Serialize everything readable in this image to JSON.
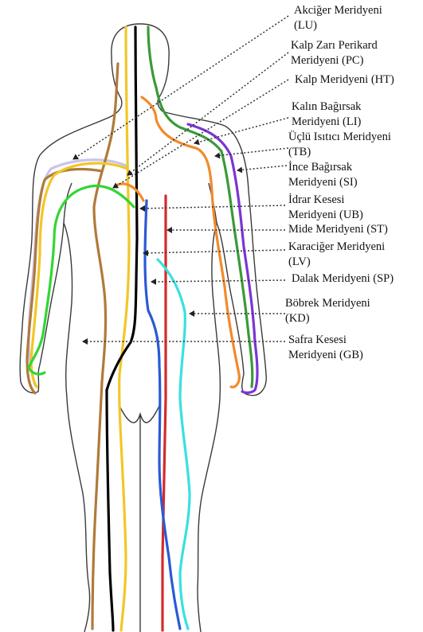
{
  "labels": {
    "lu": [
      "Akciğer Meridyeni",
      "(LU)"
    ],
    "pc": [
      "Kalp Zarı Perikard",
      "Meridyeni (PC)"
    ],
    "ht": [
      "Kalp Meridyeni (HT)"
    ],
    "li": [
      "Kalın Bağırsak",
      "Meridyeni (LI)"
    ],
    "tb": [
      "Üçlü Isıtıcı Meridyeni",
      "(TB)"
    ],
    "si": [
      "İnce Bağırsak",
      "Meridyeni (SI)"
    ],
    "ub": [
      "İdrar Kesesi",
      "Meridyeni (UB)"
    ],
    "st": [
      "Mide Meridyeni (ST)"
    ],
    "lv": [
      "Karaciğer Meridyeni",
      "(LV)"
    ],
    "sp": [
      "Dalak Meridyeni (SP)"
    ],
    "kd": [
      "Böbrek Meridyeni",
      "(KD)"
    ],
    "gb": [
      "Safra Kesesi",
      "Meridyeni (GB)"
    ]
  },
  "colors": {
    "outline": "#3a3a3a",
    "black": "#000000",
    "yellow": "#f2c628",
    "brown": "#b07a3a",
    "lavender": "#c9c3ec",
    "lime": "#33d633",
    "orange": "#f28a2a",
    "green": "#3a9a3a",
    "purple": "#7b35d4",
    "red": "#d42a2a",
    "blue": "#2a5ad4",
    "cyan": "#39e0e0",
    "arrow": "#333333"
  }
}
